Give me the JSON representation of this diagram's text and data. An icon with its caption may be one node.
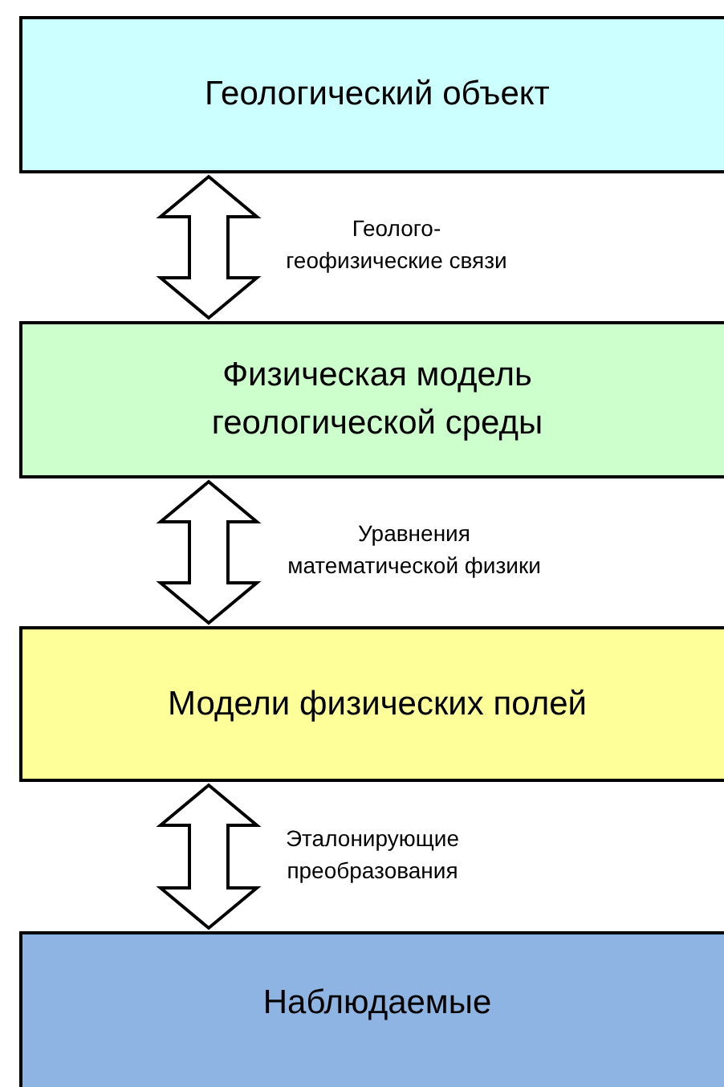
{
  "diagram": {
    "nodes": [
      {
        "text": [
          "Геологический объект"
        ]
      },
      {
        "text": [
          "Физическая модель геологической среды"
        ]
      },
      {
        "text": [
          "Модели физических полей"
        ]
      },
      {
        "text": [
          "Наблюдаемые"
        ]
      }
    ],
    "edges": [
      {
        "from": 0,
        "to": 1,
        "arrow": "both",
        "label": "Геолого- геофизические связи"
      },
      {
        "from": 1,
        "to": 2,
        "arrow": "both",
        "label": "Уравнения математической физики"
      },
      {
        "from": 2,
        "to": 3,
        "arrow": "both",
        "label": "Эталонирующие преобразования"
      }
    ]
  }
}
